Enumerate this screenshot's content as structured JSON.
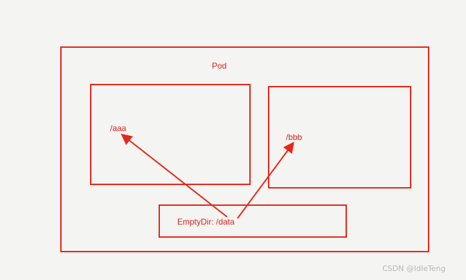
{
  "diagram": {
    "pod_label": "Pod",
    "container1_path": "/aaa",
    "container2_path": "/bbb",
    "volume_label": "EmptyDir: /data",
    "stroke_color": "#e8271c",
    "background_color": "#f4f4f2"
  },
  "watermark": {
    "text": "CSDN @IdleTeng"
  }
}
